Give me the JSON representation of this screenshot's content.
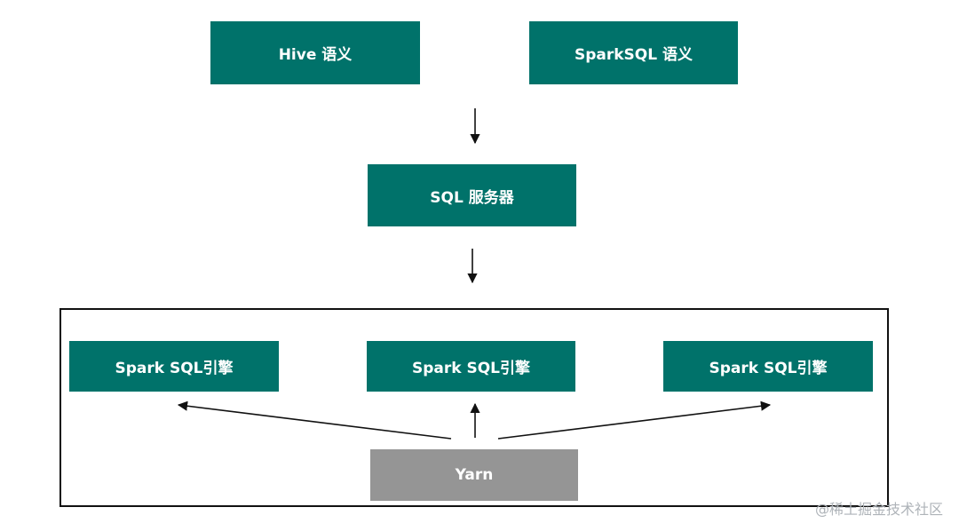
{
  "diagram": {
    "nodes": {
      "hive": "Hive 语义",
      "sparksql": "SparkSQL 语义",
      "sql_server": "SQL 服务器",
      "engine_1": "Spark SQL引擎",
      "engine_2": "Spark SQL引擎",
      "engine_3": "Spark SQL引擎",
      "yarn": "Yarn"
    },
    "edges": [
      {
        "from": "semantics",
        "to": "sql_server"
      },
      {
        "from": "sql_server",
        "to": "engine_cluster"
      },
      {
        "from": "yarn",
        "to": "engine_1"
      },
      {
        "from": "yarn",
        "to": "engine_2"
      },
      {
        "from": "yarn",
        "to": "engine_3"
      }
    ],
    "colors": {
      "node": "#00726a",
      "yarn": "#959595",
      "border": "#111111"
    }
  },
  "watermark": "@稀土掘金技术社区"
}
